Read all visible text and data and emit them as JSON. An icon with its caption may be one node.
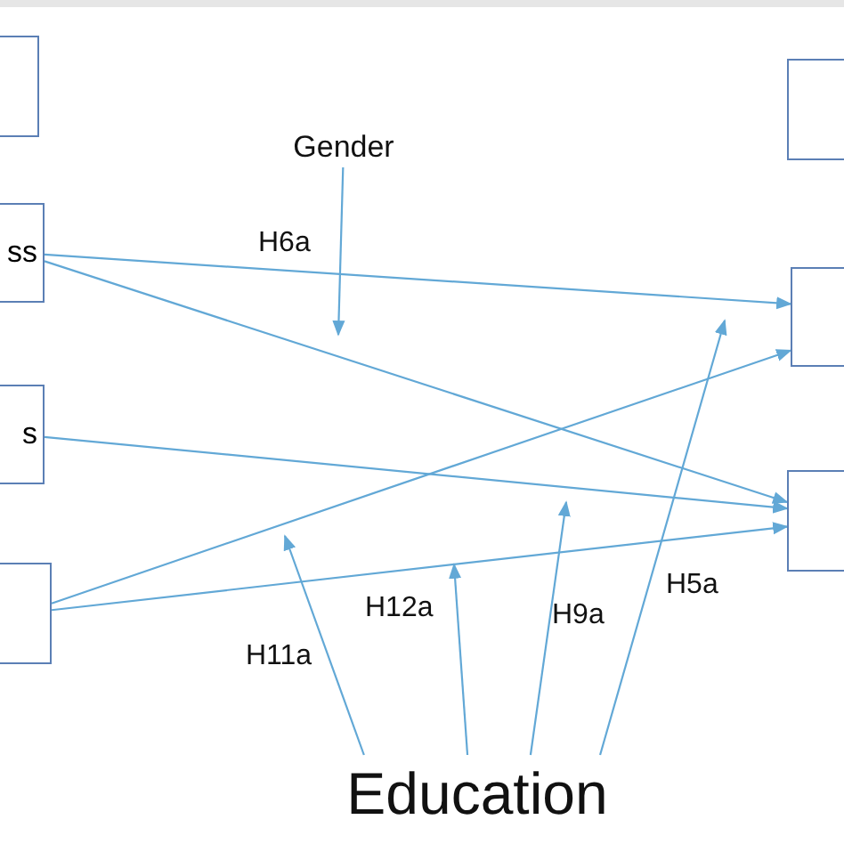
{
  "diagram": {
    "nodes": [
      {
        "text": [],
        "shape": "box"
      },
      {
        "text": [
          "ss"
        ]
      },
      {
        "text": [
          "s"
        ]
      },
      {
        "text": [],
        "shape": "box"
      },
      {
        "text": [],
        "shape": "box"
      },
      {
        "text": [],
        "shape": "box"
      },
      {
        "text": [],
        "shape": "box"
      },
      {
        "text": [
          "Gender"
        ]
      },
      {
        "text": [
          "Education"
        ]
      }
    ],
    "edges": [
      {
        "from": 1,
        "to": 5,
        "arrow": "to"
      },
      {
        "from": 1,
        "to": 6,
        "arrow": "to"
      },
      {
        "from": 2,
        "to": 6,
        "arrow": "to"
      },
      {
        "from": 3,
        "to": 5,
        "arrow": "to"
      },
      {
        "from": 3,
        "to": 6,
        "arrow": "to"
      },
      {
        "from": 7,
        "to": null,
        "arrow": "to"
      },
      {
        "from": 8,
        "to": null,
        "arrow": "to"
      },
      {
        "from": 8,
        "to": null,
        "arrow": "to"
      },
      {
        "from": 8,
        "to": null,
        "arrow": "to"
      },
      {
        "from": 8,
        "to": null,
        "arrow": "to"
      }
    ],
    "labels": [
      "H6a",
      "H12a",
      "H9a",
      "H5a",
      "H11a"
    ]
  }
}
